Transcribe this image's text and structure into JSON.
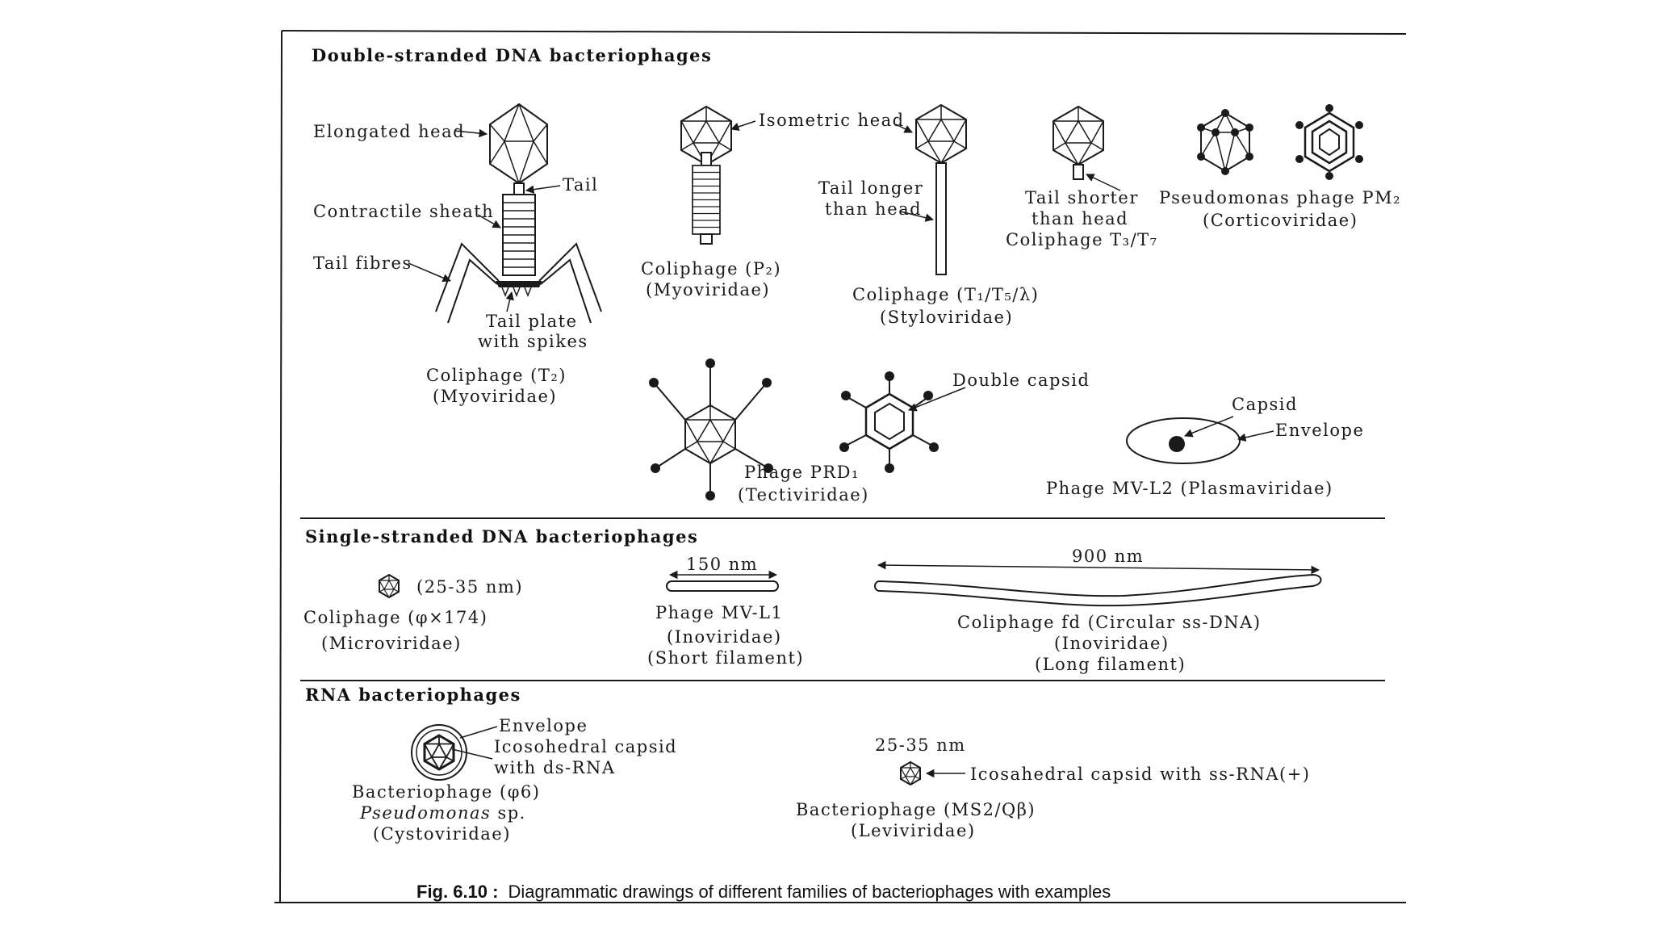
{
  "sections": {
    "ds_dna": "Double-stranded DNA bacteriophages",
    "ss_dna": "Single-stranded DNA bacteriophages",
    "rna": "RNA bacteriophages"
  },
  "t2": {
    "elongated_head": "Elongated head",
    "tail": "Tail",
    "contractile_sheath": "Contractile sheath",
    "tail_fibres": "Tail fibres",
    "tail_plate_1": "Tail plate",
    "tail_plate_2": "with spikes",
    "name": "Coliphage (T₂)",
    "family": "(Myoviridae)"
  },
  "p2": {
    "isometric_head": "Isometric head",
    "name": "Coliphage (P₂)",
    "family": "(Myoviridae)"
  },
  "t1": {
    "tail_longer_1": "Tail longer",
    "tail_longer_2": "than head",
    "name": "Coliphage (T₁/T₅/λ)",
    "family": "(Styloviridae)"
  },
  "t3": {
    "line1": "Tail shorter",
    "line2": "than head",
    "line3": "Coliphage T₃/T₇"
  },
  "pm2": {
    "name": "Pseudomonas phage PM₂",
    "family": "(Corticoviridae)"
  },
  "prd": {
    "double_capsid": "Double capsid",
    "name": "Phage PRD₁",
    "family": "(Tectiviridae)"
  },
  "mvl2": {
    "capsid": "Capsid",
    "envelope": "Envelope",
    "name": "Phage MV-L2 (Plasmaviridae)"
  },
  "phix": {
    "size": "(25-35 nm)",
    "name": "Coliphage (φ×174)",
    "family": "(Microviridae)"
  },
  "mvl1": {
    "length": "150 nm",
    "name": "Phage MV-L1",
    "family": "(Inoviridae)",
    "type": "(Short filament)"
  },
  "fd": {
    "length": "900 nm",
    "name": "Coliphage fd (Circular ss-DNA)",
    "family": "(Inoviridae)",
    "type": "(Long filament)"
  },
  "phi6": {
    "envelope": "Envelope",
    "capsid_1": "Icosohedral capsid",
    "capsid_2": "with ds-RNA",
    "name": "Bacteriophage (φ6)",
    "species_genus": "Pseudomonas",
    "species_sp": " sp.",
    "family": "(Cystoviridae)"
  },
  "ms2": {
    "size": "25-35 nm",
    "capsid_label": "Icosahedral capsid with ss-RNA(+)",
    "name": "Bacteriophage (MS2/Qβ)",
    "family": "(Leviviridae)"
  },
  "caption": {
    "fig": "Fig. 6.10 :",
    "text": "Diagrammatic drawings of different families of bacteriophages with examples"
  }
}
